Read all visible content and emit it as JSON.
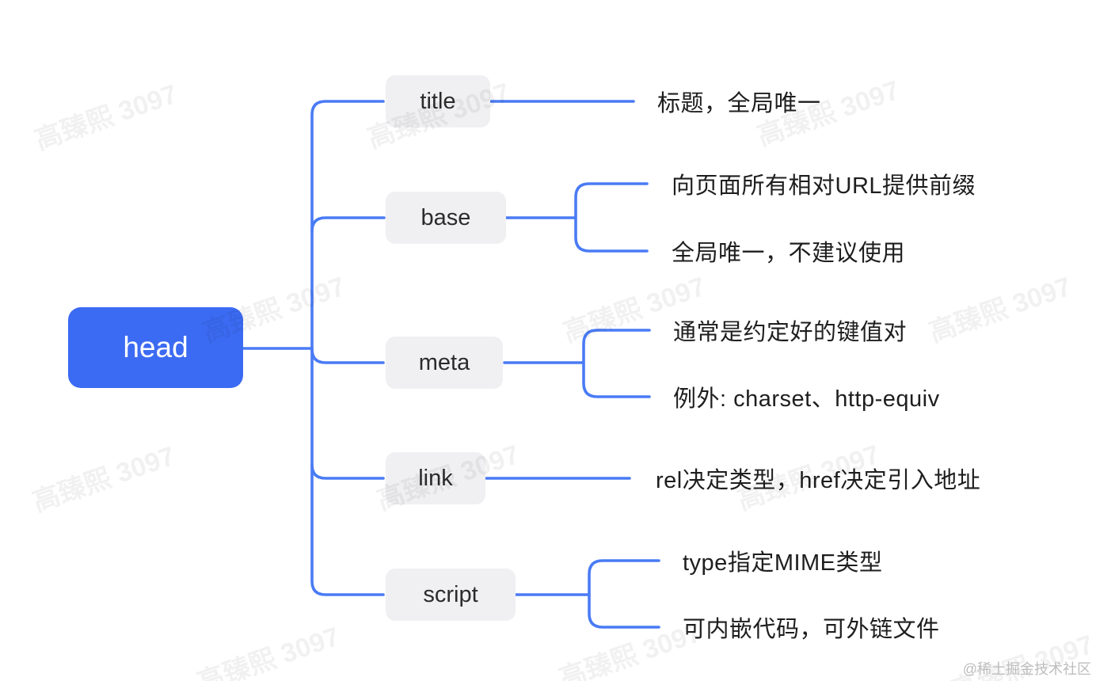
{
  "colors": {
    "root_bg": "#3C6BF3",
    "root_text": "#FFFFFF",
    "child_bg": "#F0F0F2",
    "child_text": "#2B2B2B",
    "connector": "#4A7BF5",
    "leaf_text": "#1E1E1E",
    "background": "#FFFFFF"
  },
  "mindmap": {
    "root": {
      "label": "head"
    },
    "children": [
      {
        "label": "title",
        "leaves": [
          "标题，全局唯一"
        ]
      },
      {
        "label": "base",
        "leaves": [
          "向页面所有相对URL提供前缀",
          "全局唯一，不建议使用"
        ]
      },
      {
        "label": "meta",
        "leaves": [
          "通常是约定好的键值对",
          "例外: charset、http-equiv"
        ]
      },
      {
        "label": "link",
        "leaves": [
          "rel决定类型，href决定引入地址"
        ]
      },
      {
        "label": "script",
        "leaves": [
          "type指定MIME类型",
          "可内嵌代码，可外链文件"
        ]
      }
    ]
  },
  "watermark": {
    "text": "高臻熙 3097"
  },
  "attribution": {
    "text": "@稀土掘金技术社区"
  }
}
